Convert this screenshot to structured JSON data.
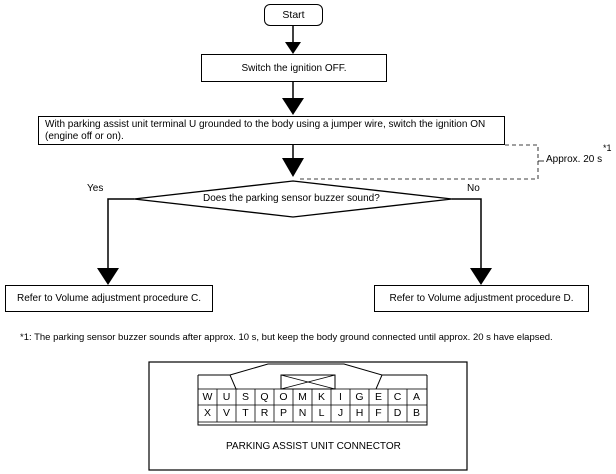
{
  "flow": {
    "start": "Start",
    "step1": "Switch the ignition OFF.",
    "step2": "With parking assist unit terminal U grounded to the body using a jumper wire, switch the ignition ON (engine off or on).",
    "question": "Does the parking sensor buzzer sound?",
    "yes": "Yes",
    "no": "No",
    "result_yes": "Refer to Volume adjustment procedure C.",
    "result_no": "Refer to Volume adjustment procedure D.",
    "time_note": "Approx. 20 s",
    "note_marker": "*1"
  },
  "footnote": "*1: The parking sensor buzzer sounds after approx. 10 s, but keep the body ground connected until approx. 20 s have elapsed.",
  "connector": {
    "title": "PARKING ASSIST UNIT CONNECTOR",
    "top_row": [
      "W",
      "U",
      "S",
      "Q",
      "O",
      "M",
      "K",
      "I",
      "G",
      "E",
      "C",
      "A"
    ],
    "bottom_row": [
      "X",
      "V",
      "T",
      "R",
      "P",
      "N",
      "L",
      "J",
      "H",
      "F",
      "D",
      "B"
    ]
  }
}
